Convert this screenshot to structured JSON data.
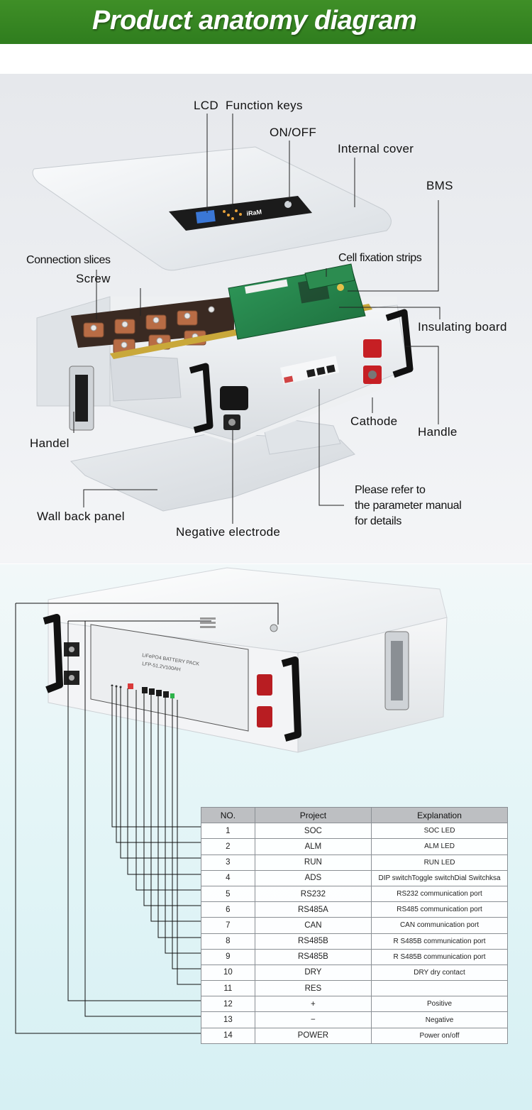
{
  "banner": {
    "title": "Product anatomy diagram",
    "color": "#2f7d1e"
  },
  "anatomy_labels": {
    "lcd": "LCD",
    "function_keys": "Function keys",
    "on_off": "ON/OFF",
    "internal_cover": "Internal cover",
    "bms": "BMS",
    "connection_slices": "Connection slices",
    "cell_fixation_strips": "Cell fixation strips",
    "screw": "Screw",
    "insulating_board": "Insulating board",
    "cathode": "Cathode",
    "handle": "Handle",
    "handel": "Handel",
    "wall_back_panel": "Wall back panel",
    "negative_electrode": "Negative electrode",
    "note_lines": [
      "Please refer to",
      "the parameter manual",
      "for details"
    ]
  },
  "device_print": {
    "logo": "iRaM",
    "pack_line1": "LiFePO4 BATTERY PACK",
    "pack_line2": "LFP-51.2V100AH"
  },
  "table": {
    "headers": [
      "NO.",
      "Project",
      "Explanation"
    ],
    "rows": [
      {
        "no": "1",
        "project": "SOC",
        "explanation": "SOC LED"
      },
      {
        "no": "2",
        "project": "ALM",
        "explanation": "ALM LED"
      },
      {
        "no": "3",
        "project": "RUN",
        "explanation": "RUN LED"
      },
      {
        "no": "4",
        "project": "ADS",
        "explanation": "DIP switchToggle switchDial Switchksa"
      },
      {
        "no": "5",
        "project": "RS232",
        "explanation": "RS232 communication port"
      },
      {
        "no": "6",
        "project": "RS485A",
        "explanation": "RS485 communication port"
      },
      {
        "no": "7",
        "project": "CAN",
        "explanation": "CAN communication port"
      },
      {
        "no": "8",
        "project": "RS485B",
        "explanation": "R S485B communication port"
      },
      {
        "no": "9",
        "project": "RS485B",
        "explanation": "R S485B communication port"
      },
      {
        "no": "10",
        "project": "DRY",
        "explanation": "DRY  dry contact"
      },
      {
        "no": "11",
        "project": "RES",
        "explanation": ""
      },
      {
        "no": "12",
        "project": "+",
        "explanation": "Positive"
      },
      {
        "no": "13",
        "project": "−",
        "explanation": "Negative"
      },
      {
        "no": "14",
        "project": "POWER",
        "explanation": "Power on/off"
      }
    ]
  }
}
